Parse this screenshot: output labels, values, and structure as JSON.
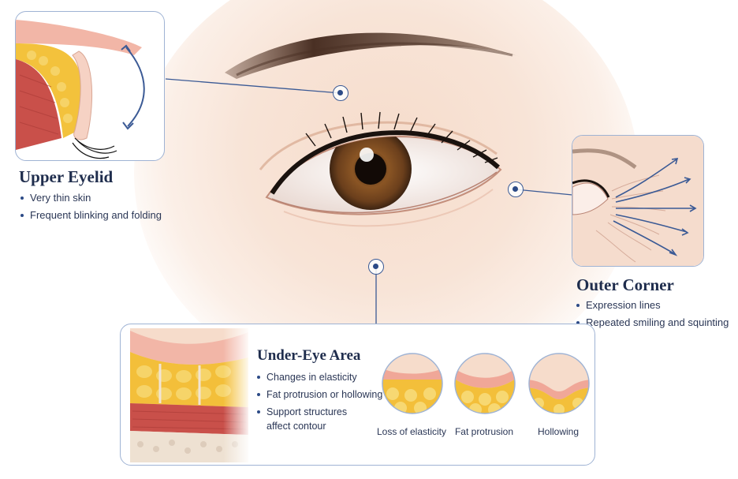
{
  "upper_eyelid": {
    "title": "Upper Eyelid",
    "bullets": [
      "Very thin skin",
      "Frequent blinking and folding"
    ]
  },
  "outer_corner": {
    "title": "Outer Corner",
    "bullets": [
      "Expression lines",
      "Repeated smiling and squinting"
    ]
  },
  "under_eye": {
    "title": "Under-Eye Area",
    "bullets": [
      "Changes in elasticity",
      "Fat protrusion or hollowing",
      "Support structures",
      "affect contour"
    ],
    "captions": [
      "Loss of elasticity",
      "Fat protrusion",
      "Hollowing"
    ]
  },
  "colors": {
    "accent": "#2c4a86",
    "panel_border": "#9fb3d4",
    "skin": "#f6dccb",
    "fat": "#f3bf3a",
    "muscle": "#c9504a"
  },
  "icons": [
    "marker-dot-icon",
    "double-arrow-icon",
    "radiating-arrows-icon"
  ]
}
